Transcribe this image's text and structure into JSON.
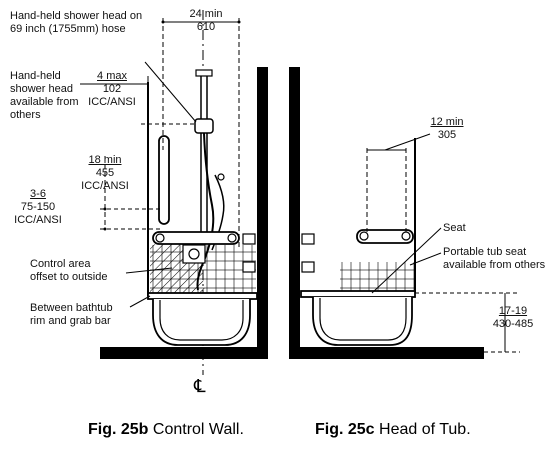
{
  "figures": [
    {
      "id": "25b",
      "caption_num": "Fig. 25b",
      "caption_text": "Control Wall.",
      "labels": {
        "handheld_hose": [
          "Hand-held shower head on",
          "69 inch (1755mm) hose"
        ],
        "handheld_others": [
          "Hand-held",
          "shower head",
          "available from",
          "others"
        ],
        "control_area": [
          "Control area",
          "offset to outside"
        ],
        "between_rim": [
          "Between bathtub",
          "rim and grab bar"
        ],
        "centerline": "℄"
      },
      "dimensions": {
        "d24": {
          "top": "24 min",
          "bottom": "610"
        },
        "d4": {
          "top": "4 max",
          "mid": "102",
          "bottom": "ICC/ANSI"
        },
        "d18": {
          "top": "18 min",
          "mid": "455",
          "bottom": "ICC/ANSI"
        },
        "d36": {
          "top": "3-6",
          "mid": "75-150",
          "bottom": "ICC/ANSI"
        }
      }
    },
    {
      "id": "25c",
      "caption_num": "Fig. 25c",
      "caption_text": "Head of Tub.",
      "labels": {
        "seat": "Seat",
        "portable_seat": [
          "Portable tub seat",
          "available from others"
        ]
      },
      "dimensions": {
        "d12": {
          "top": "12 min",
          "bottom": "305"
        },
        "d1719": {
          "top": "17-19",
          "bottom": "430-485"
        }
      }
    }
  ]
}
